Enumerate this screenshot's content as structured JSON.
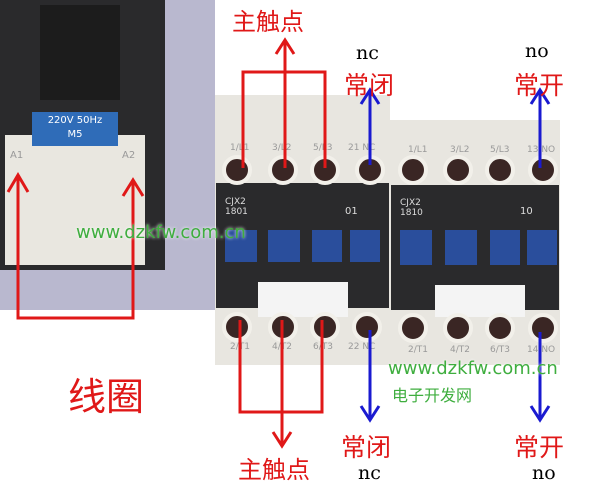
{
  "left_photo": {
    "label_line1": "220V 50Hz",
    "label_line2": "M5",
    "terminal_a1": "A1",
    "terminal_a2": "A2"
  },
  "contactor_nc": {
    "model_line1": "CJX2",
    "model_line2": "1801",
    "aux": "01",
    "top_terms": [
      "1/L1",
      "3/L2",
      "5/L3",
      "21 NC"
    ],
    "bottom_terms": [
      "2/T1",
      "4/T2",
      "6/T3",
      "22 NC"
    ]
  },
  "contactor_no": {
    "model_line1": "CJX2",
    "model_line2": "1810",
    "aux": "10",
    "top_terms": [
      "1/L1",
      "3/L2",
      "5/L3",
      "13 NO"
    ],
    "bottom_terms": [
      "2/T1",
      "4/T2",
      "6/T3",
      "14 NO"
    ]
  },
  "annotations": {
    "coil": "线圈",
    "main_contacts_top": "主触点",
    "main_contacts_bottom": "主触点",
    "nc_top": "nc",
    "nc_top_cn": "常闭",
    "no_top": "no",
    "no_top_cn": "常开",
    "nc_bottom_cn": "常闭",
    "nc_bottom": "nc",
    "no_bottom_cn": "常开",
    "no_bottom": "no"
  },
  "watermarks": {
    "url1": "www.dzkfw.com.cn",
    "url2": "www.dzkfw.com.cn",
    "site_cn": "电子开发网"
  },
  "colors": {
    "red": "#e01818",
    "blue": "#1a1ad0",
    "green": "#3fae3f"
  }
}
